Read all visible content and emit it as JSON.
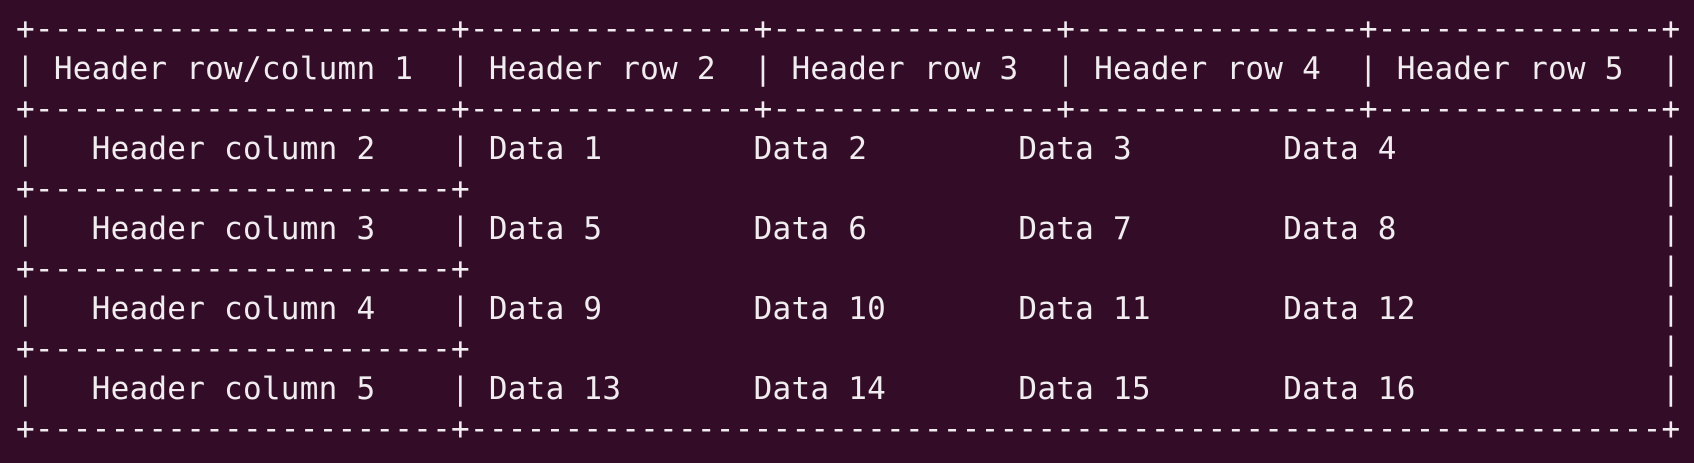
{
  "terminal": {
    "colors": {
      "background": "#330D27",
      "foreground": "#F0ECEF"
    },
    "lines": [
      "+----------------------+---------------+---------------+---------------+---------------+",
      "| Header row/column 1  | Header row 2  | Header row 3  | Header row 4  | Header row 5  |",
      "+----------------------+---------------+---------------+---------------+---------------+",
      "|   Header column 2    | Data 1        Data 2        Data 3        Data 4              |",
      "+----------------------+                                                               |",
      "|   Header column 3    | Data 5        Data 6        Data 7        Data 8              |",
      "+----------------------+                                                               |",
      "|   Header column 4    | Data 9        Data 10       Data 11       Data 12             |",
      "+----------------------+                                                               |",
      "|   Header column 5    | Data 13       Data 14       Data 15       Data 16             |",
      "+----------------------+---------------------------------------------------------------+"
    ]
  },
  "table": {
    "header_row": [
      "Header row/column 1",
      "Header row 2",
      "Header row 3",
      "Header row 4",
      "Header row 5"
    ],
    "header_column": [
      "Header column 2",
      "Header column 3",
      "Header column 4",
      "Header column 5"
    ],
    "data_rows": [
      [
        "Data 1",
        "Data 2",
        "Data 3",
        "Data 4"
      ],
      [
        "Data 5",
        "Data 6",
        "Data 7",
        "Data 8"
      ],
      [
        "Data 9",
        "Data 10",
        "Data 11",
        "Data 12"
      ],
      [
        "Data 13",
        "Data 14",
        "Data 15",
        "Data 16"
      ]
    ]
  }
}
